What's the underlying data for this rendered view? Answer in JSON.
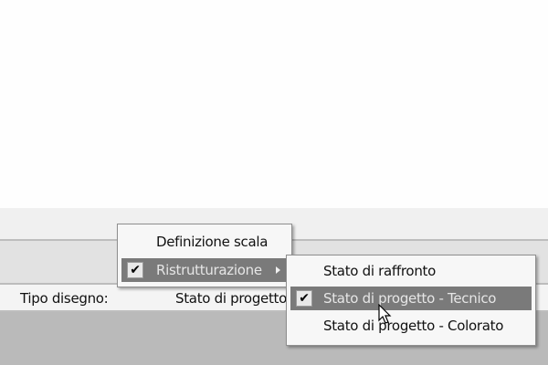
{
  "statusbar": {
    "tipo_label": "Tipo disegno:",
    "stato_value": "Stato di progetto"
  },
  "menu_main": {
    "items": [
      {
        "label": "Definizione scala",
        "checked": false,
        "highlighted": false,
        "has_submenu": false
      },
      {
        "label": "Ristrutturazione",
        "checked": true,
        "highlighted": true,
        "has_submenu": true
      }
    ]
  },
  "menu_sub": {
    "items": [
      {
        "label": "Stato di raffronto",
        "checked": false,
        "highlighted": false
      },
      {
        "label": "Stato di progetto - Tecnico",
        "checked": true,
        "highlighted": true
      },
      {
        "label": "Stato di progetto - Colorato",
        "checked": false,
        "highlighted": false
      }
    ]
  },
  "icons": {
    "check": "✔"
  },
  "colors": {
    "highlight": "#7a7a7a",
    "menu_bg": "#f7f7f7",
    "bottom_bg": "#bababa"
  }
}
